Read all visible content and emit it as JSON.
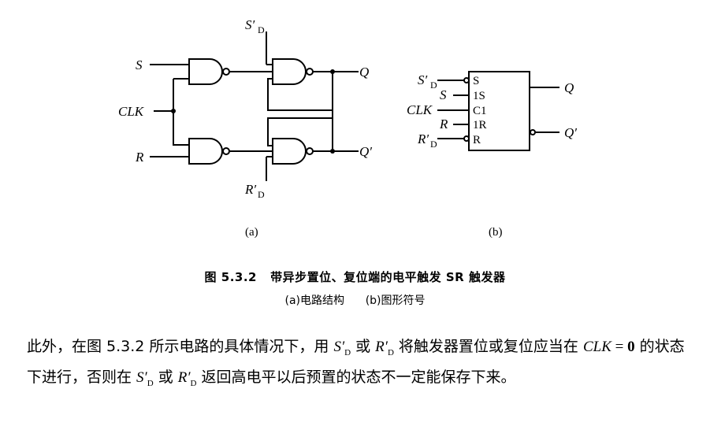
{
  "circuit": {
    "labels": {
      "S": "S",
      "R": "R",
      "CLK": "CLK",
      "Q": "Q",
      "Q_bar": "Q′",
      "SD_main": "S′",
      "SD_sub": "D",
      "RD_main": "R′",
      "RD_sub": "D"
    },
    "caption": "(a)"
  },
  "symbol": {
    "pins_left": [
      "S",
      "1S",
      "C1",
      "1R",
      "R"
    ],
    "inputs": {
      "SD_main": "S′",
      "SD_sub": "D",
      "S": "S",
      "CLK": "CLK",
      "R": "R",
      "RD_main": "R′",
      "RD_sub": "D"
    },
    "outputs": {
      "Q": "Q",
      "Q_bar": "Q′"
    },
    "caption": "(b)"
  },
  "figure_caption": {
    "title": "图 5.3.2   带异步置位、复位端的电平触发 SR 触发器",
    "subtitle": "(a)电路结构      (b)图形符号"
  },
  "paragraph": {
    "p1": "此外，在图 5.3.2 所示电路的具体情况下，用 ",
    "sd": "S′",
    "sd_sub": "D",
    "p2": " 或 ",
    "rd": "R′",
    "rd_sub": "D",
    "p3": " 将触发器置位或复位应当在 ",
    "clk": "CLK",
    "p4": " = ",
    "zero": "0",
    "p5": " 的状态下进行，否则在 ",
    "sd2": "S′",
    "sd2_sub": "D",
    "p6": " 或 ",
    "rd2": "R′",
    "rd2_sub": "D",
    "p7": " 返回高电平以后预置的状态不一定能保存下来。"
  }
}
